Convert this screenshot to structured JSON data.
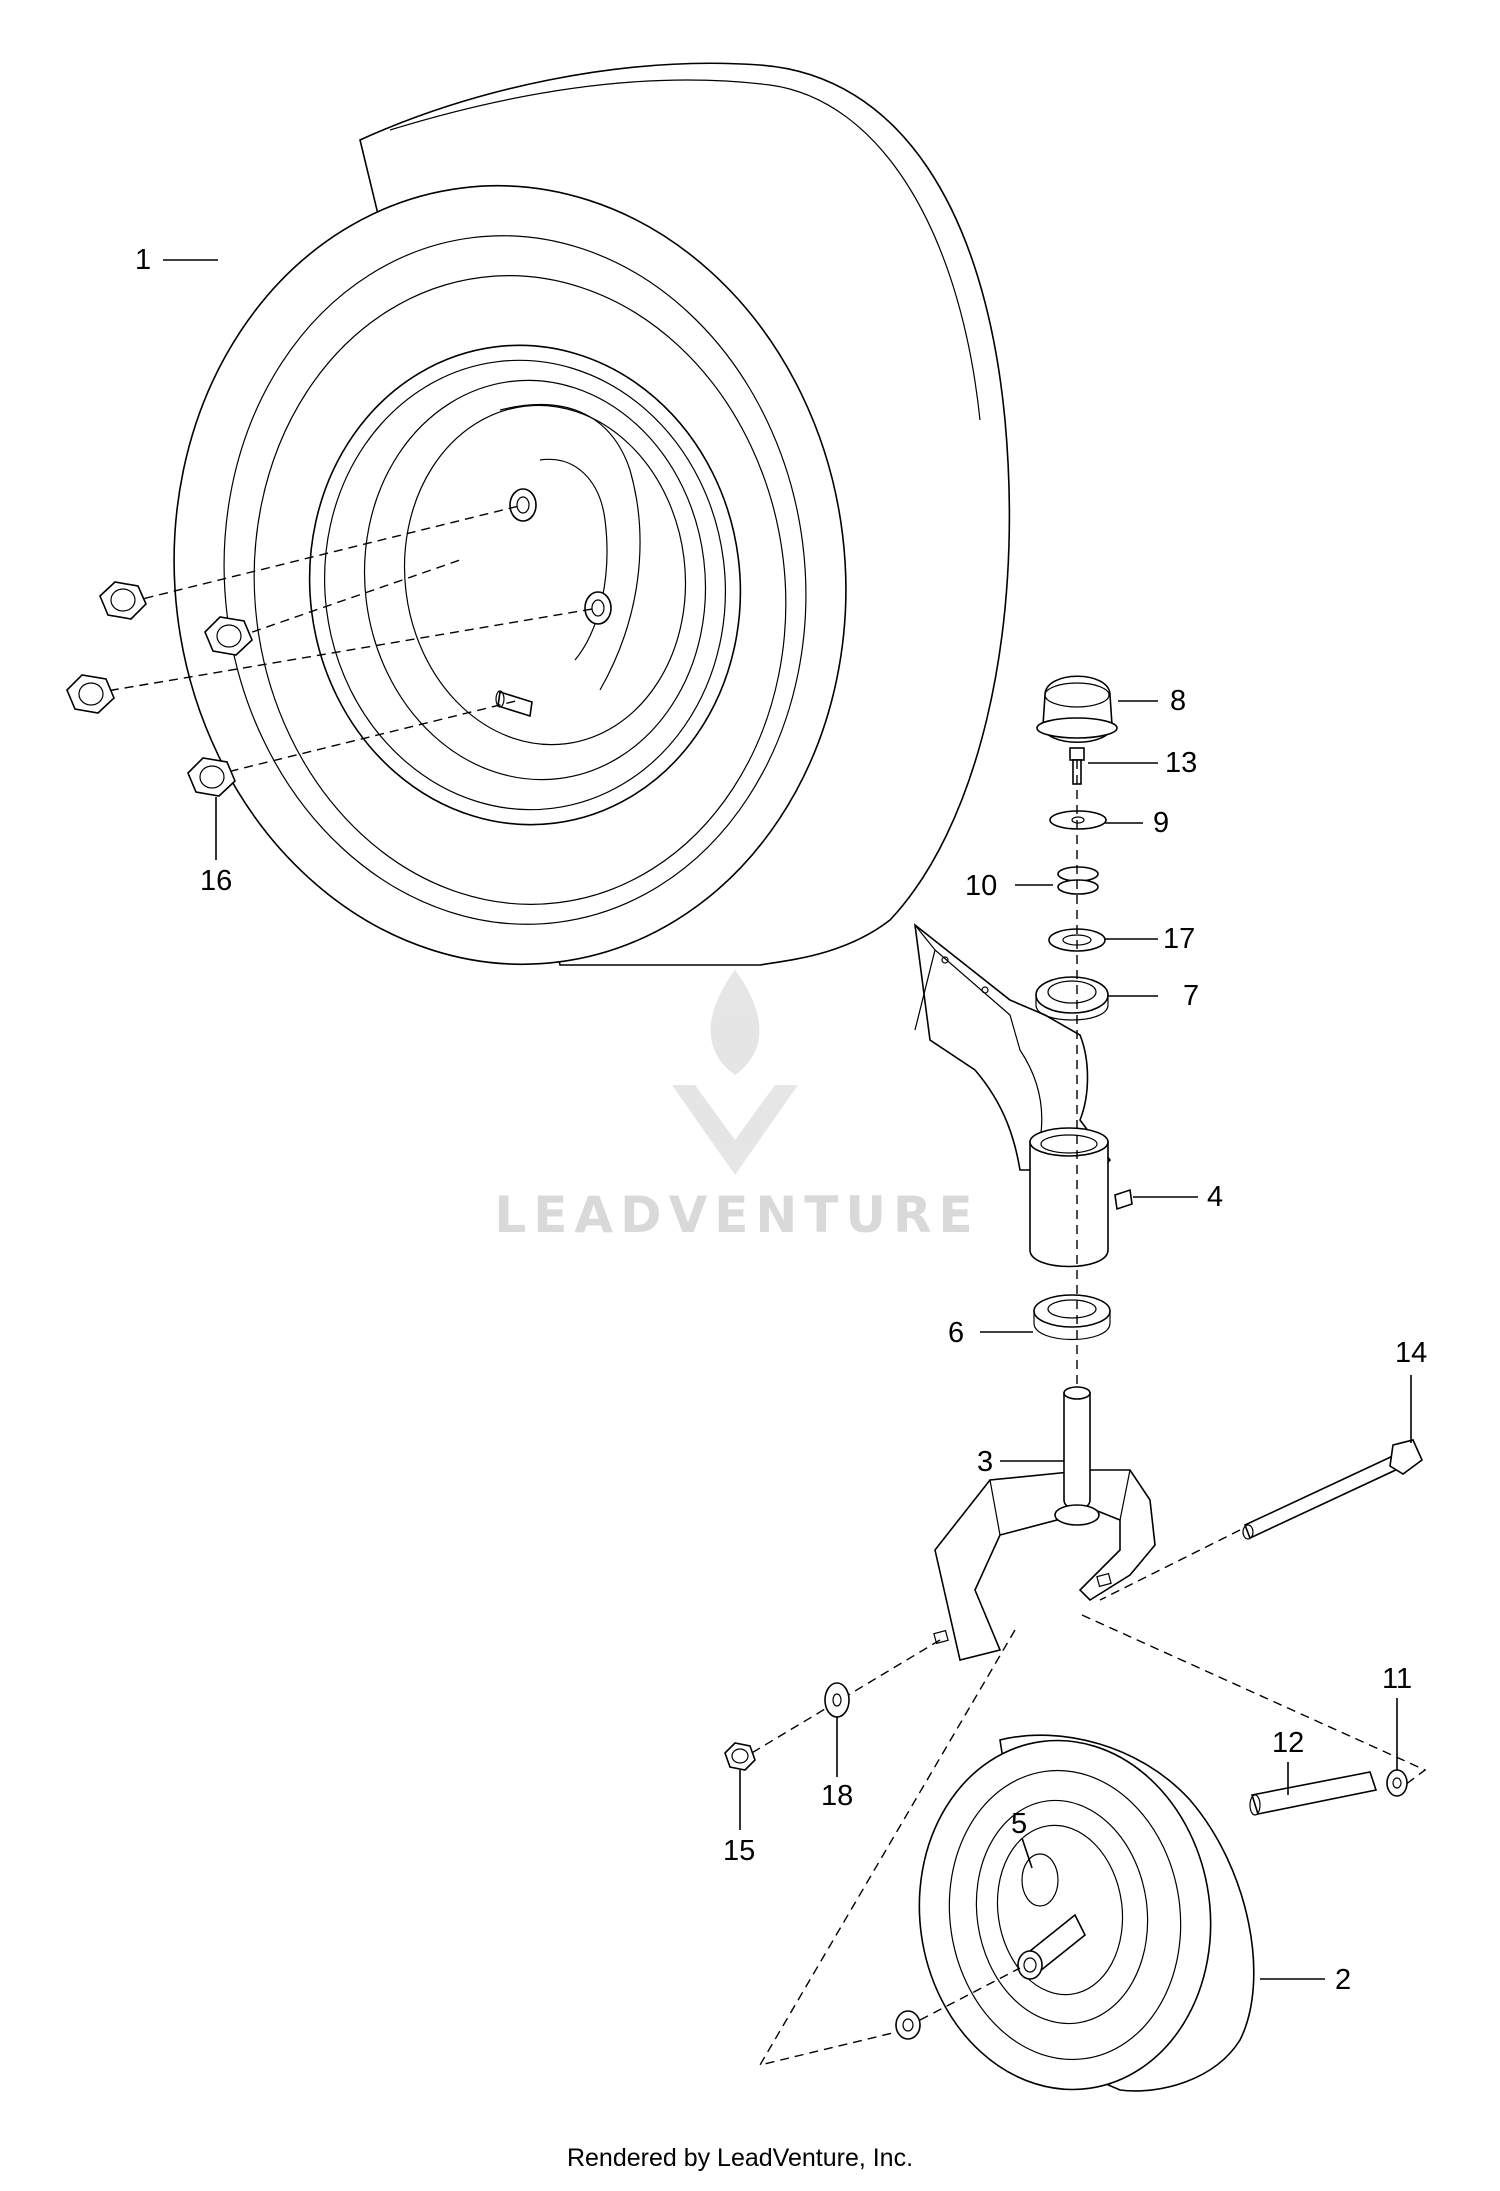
{
  "callouts": {
    "c1": "1",
    "c2": "2",
    "c3": "3",
    "c4": "4",
    "c5": "5",
    "c6": "6",
    "c7": "7",
    "c8": "8",
    "c9": "9",
    "c10": "10",
    "c11": "11",
    "c12": "12",
    "c13": "13",
    "c14": "14",
    "c15": "15",
    "c16": "16",
    "c17": "17",
    "c18": "18"
  },
  "watermark": {
    "text": "LEADVENTURE",
    "color": "#d9d9d9"
  },
  "footer": {
    "credit": "Rendered by LeadVenture, Inc."
  }
}
